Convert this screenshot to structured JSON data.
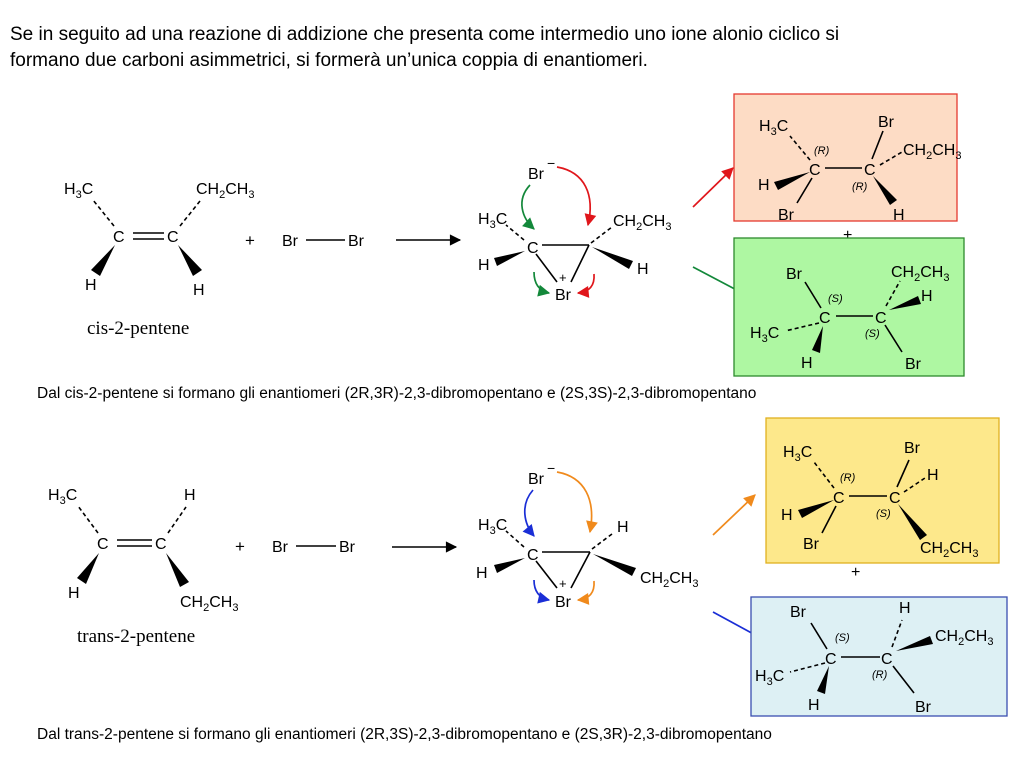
{
  "intro": {
    "line1": "Se in seguito ad una reazione di addizione che presenta come intermedio uno ione alonio ciclico si",
    "line2": "formano due carboni asimmetrici, si formerà un’unica coppia di enantiomeri."
  },
  "labels": {
    "atom_c": "C",
    "atom_h": "H",
    "atom_br": "Br",
    "plus": "+",
    "minus": "−",
    "cation": "+",
    "ch3_left": "H",
    "ch3_3": "3",
    "ch3_c": "C",
    "ch2_a": "CH",
    "ch2_2": "2",
    "ch2_b": "CH",
    "ch2_3": "3",
    "r": "(R)",
    "s": "(S)"
  },
  "cis": {
    "name": "cis-2-pentene",
    "caption": "Dal cis-2-pentene si formano gli enantiomeri (2R,3R)-2,3-dibromopentano e (2S,3S)-2,3-dibromopentano",
    "colors": {
      "left_arrow": "#13883a",
      "right_arrow": "#e0161b",
      "box1_fill": "#fddcc5",
      "box1_border": "#e53a2f",
      "box2_fill": "#aef7a2",
      "box2_border": "#2d8a2d",
      "arrow1": "#e0161b",
      "arrow2": "#13883a"
    }
  },
  "trans": {
    "name": "trans-2-pentene",
    "caption": "Dal trans-2-pentene si formano gli enantiomeri (2R,3S)-2,3-dibromopentano e (2S,3R)-2,3-dibromopentano",
    "colors": {
      "left_arrow": "#1a2ed6",
      "right_arrow": "#f08a1c",
      "box1_fill": "#fde88b",
      "box1_border": "#e0b020",
      "box2_fill": "#ddf0f4",
      "box2_border": "#3a4fb0",
      "arrow1": "#f08a1c",
      "arrow2": "#1a2ed6"
    }
  }
}
